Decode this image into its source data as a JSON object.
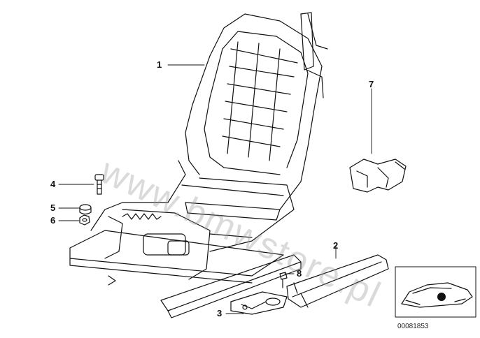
{
  "callouts": [
    {
      "id": "1",
      "label": "1"
    },
    {
      "id": "2",
      "label": "2"
    },
    {
      "id": "3",
      "label": "3"
    },
    {
      "id": "4",
      "label": "4"
    },
    {
      "id": "5",
      "label": "5"
    },
    {
      "id": "6",
      "label": "6"
    },
    {
      "id": "7",
      "label": "7"
    },
    {
      "id": "8",
      "label": "8"
    }
  ],
  "watermark": "www.bmwstore.pl",
  "inset": {
    "code": "00081853"
  }
}
